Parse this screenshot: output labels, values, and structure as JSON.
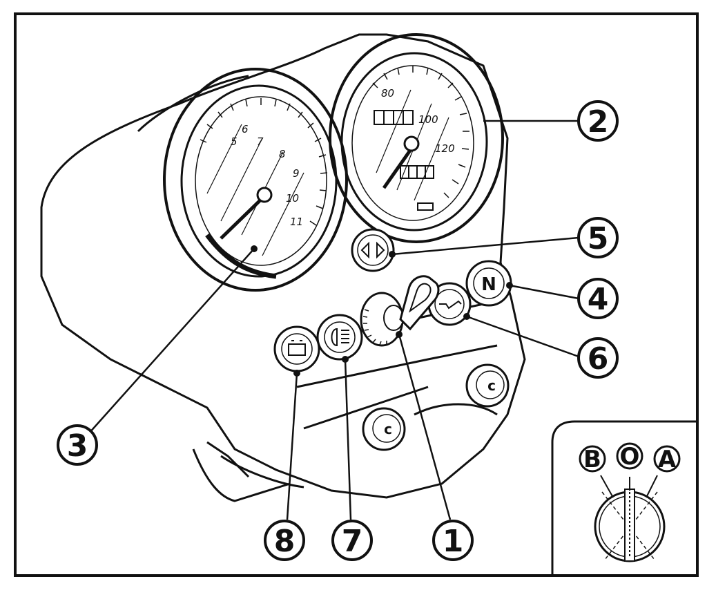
{
  "figure": {
    "callouts": {
      "ignition_switch": "1",
      "speedometer": "2",
      "tachometer": "3",
      "neutral_light": "4",
      "turn_signal_light": "5",
      "oil_pressure_light": "6",
      "high_beam_light": "7",
      "battery_light": "8"
    },
    "inset": {
      "label_b": "B",
      "label_o": "O",
      "label_a": "A"
    },
    "tachometer_scale": [
      "5",
      "6",
      "7",
      "8",
      "9",
      "10",
      "11"
    ],
    "speedometer_scale": [
      "80",
      "100",
      "120"
    ],
    "neutral_symbol": "N",
    "knob_letter": "c"
  },
  "colors": {
    "ink": "#111111",
    "paper": "#ffffff"
  }
}
